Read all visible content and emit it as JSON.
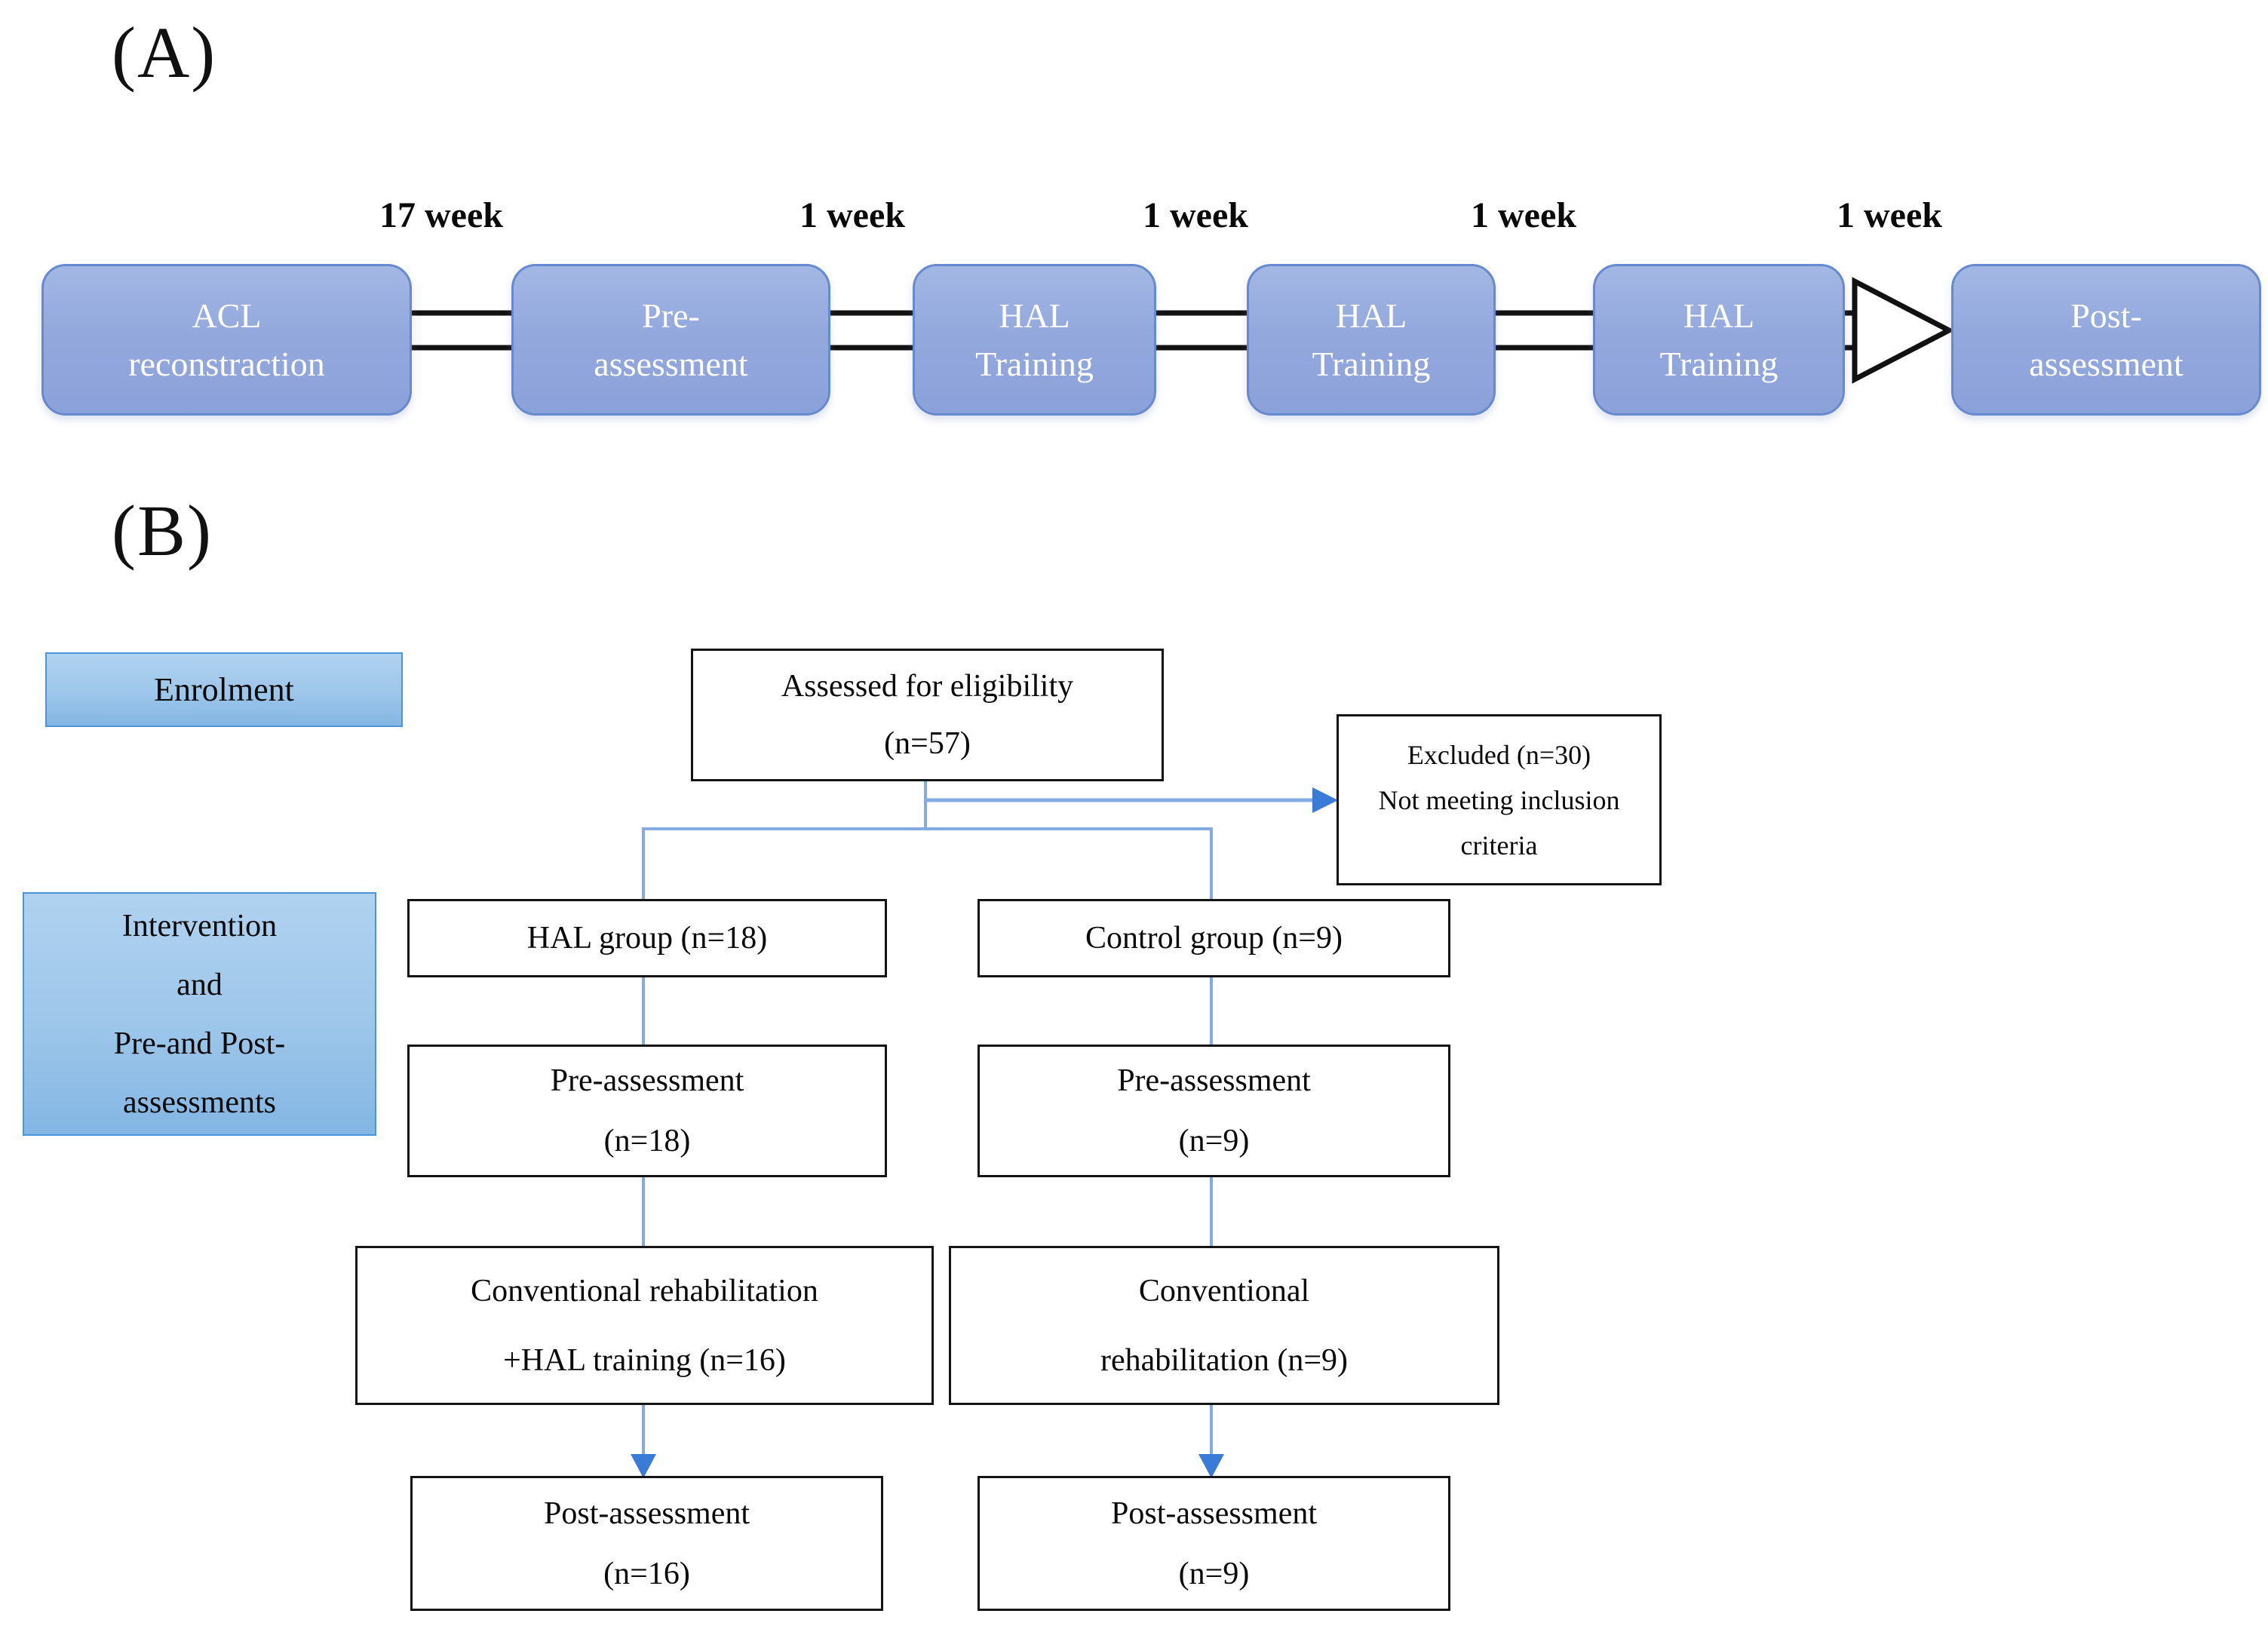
{
  "figure": {
    "panel_a": {
      "label": "(A)",
      "interval_labels": [
        "17 week",
        "1 week",
        "1 week",
        "1 week",
        "1 week"
      ],
      "boxes": [
        {
          "line1": "ACL",
          "line2": "reconstraction"
        },
        {
          "line1": "Pre-",
          "line2": "assessment"
        },
        {
          "line1": "HAL",
          "line2": "Training"
        },
        {
          "line1": "HAL",
          "line2": "Training"
        },
        {
          "line1": "HAL",
          "line2": "Training"
        },
        {
          "line1": "Post-",
          "line2": "assessment"
        }
      ]
    },
    "panel_b": {
      "label": "(B)",
      "stage_labels": {
        "enrolment": "Enrolment",
        "intervention": {
          "line1": "Intervention",
          "line2": "and",
          "line3": "Pre-and Post-",
          "line4": "assessments"
        }
      },
      "boxes": {
        "assessed": {
          "line1": "Assessed for eligibility",
          "line2": "(n=57)"
        },
        "excluded": {
          "line1": "Excluded (n=30)",
          "line2": "Not meeting inclusion",
          "line3": "criteria"
        },
        "hal_group": {
          "line1": "HAL group (n=18)"
        },
        "control_group": {
          "line1": "Control group (n=9)"
        },
        "pre_left": {
          "line1": "Pre-assessment",
          "line2": "(n=18)"
        },
        "pre_right": {
          "line1": "Pre-assessment",
          "line2": "(n=9)"
        },
        "conv_left": {
          "line1": "Conventional rehabilitation",
          "line2": "+HAL training (n=16)"
        },
        "conv_right": {
          "line1": "Conventional",
          "line2": "rehabilitation (n=9)"
        },
        "post_left": {
          "line1": "Post-assessment",
          "line2": "(n=16)"
        },
        "post_right": {
          "line1": "Post-assessment",
          "line2": "(n=9)"
        }
      }
    },
    "colors": {
      "timeline_box_fill": "#93A9DD",
      "timeline_box_border": "#6789CF",
      "stage_label_fill": "#9DC6EA",
      "stage_label_border": "#4E94DB",
      "flow_box_border": "#141414",
      "connector_blue": "#84ABE4",
      "arrowhead_blue": "#3B7BD8",
      "timeline_arrow_black": "#111111"
    }
  }
}
